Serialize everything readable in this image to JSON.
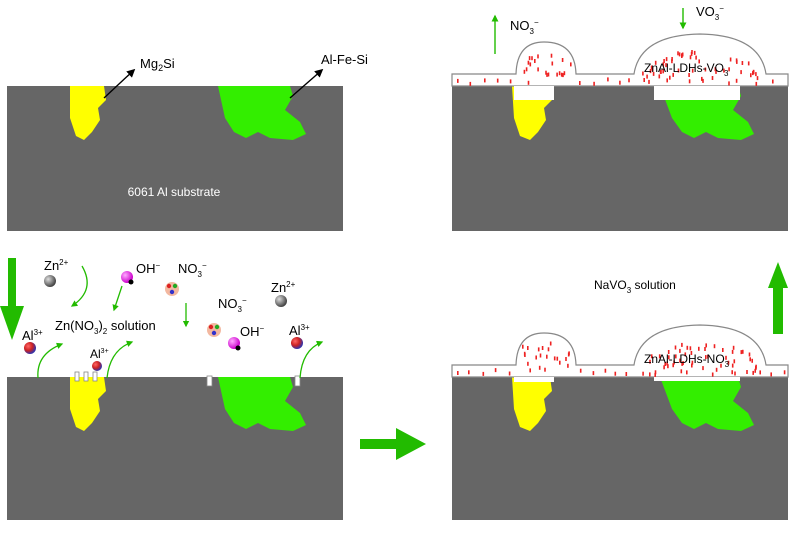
{
  "colors": {
    "substrate": "#666666",
    "mg2si": "#ffff00",
    "alfesi": "#33ee00",
    "arrow": "#22bb00",
    "red_dash": "#ee2222",
    "zn_ion": "#777777",
    "oh_ion": "#ee22ee",
    "al_ion": "#dd2222"
  },
  "panel1": {
    "substrate_label": "6061 Al substrate",
    "mg2si_label": "Mg",
    "mg2si_sub": "2",
    "mg2si_tail": "Si",
    "alfesi_label": "Al-Fe-Si"
  },
  "panel2": {
    "zn_1": "Zn",
    "zn_1_sup": "2+",
    "oh_1": "OH",
    "oh_1_sup": "−",
    "no3_1": "NO",
    "no3_1_sub": "3",
    "no3_1_sup": "−",
    "solution": "Zn(NO",
    "solution_sub": "3",
    "solution_tail": ")",
    "solution_sub2": "2",
    "solution_tail2": " solution",
    "al_1": "Al",
    "al_1_sup": "3+",
    "al_2": "Al",
    "al_2_sup": "3+",
    "no3_2": "NO",
    "no3_2_sub": "3",
    "no3_2_sup": "−",
    "zn_2": "Zn",
    "zn_2_sup": "2+",
    "oh_2": "OH",
    "oh_2_sup": "−",
    "al_3": "Al",
    "al_3_sup": "3+"
  },
  "panel3": {
    "solution": "NaVO",
    "solution_sub": "3",
    "solution_tail": " solution",
    "ldh": "ZnAl-LDHs-NO",
    "ldh_sub": "3"
  },
  "panel4": {
    "no3": "NO",
    "no3_sub": "3",
    "no3_sup": "−",
    "vo3": "VO",
    "vo3_sub": "3",
    "vo3_sup": "−",
    "ldh": "ZnAl-LDHs-VO",
    "ldh_sub": "3"
  }
}
